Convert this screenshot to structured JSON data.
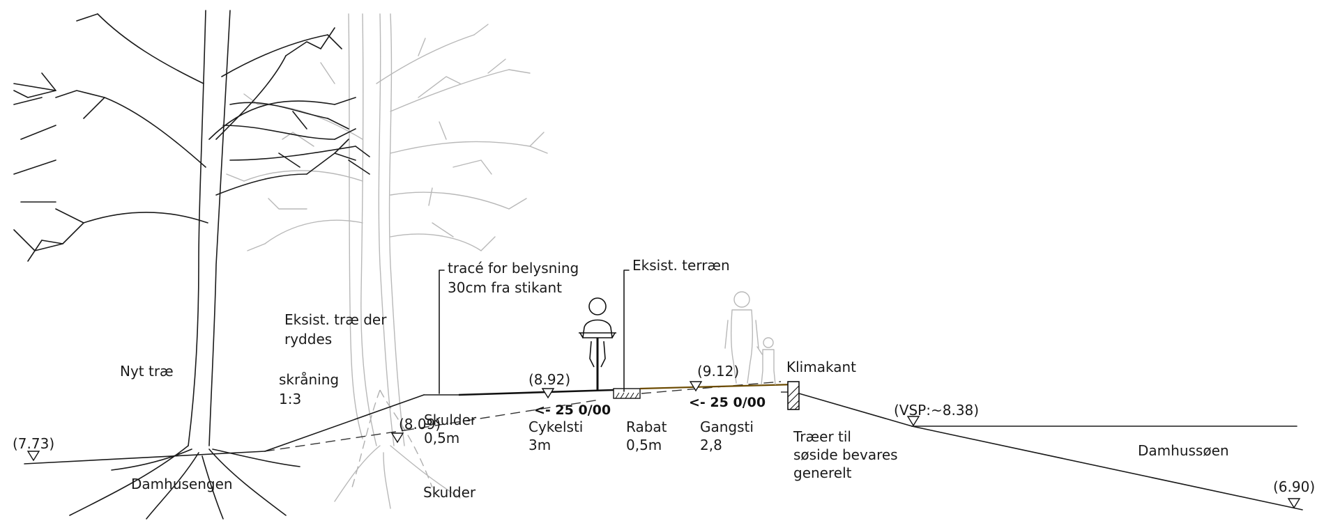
{
  "labels": {
    "nyt_trae": "Nyt træ",
    "eksist_trae_line1": "Eksist. træ der",
    "eksist_trae_line2": "ryddes",
    "skraning_line1": "skråning",
    "skraning_line2": "1:3",
    "trace_line1": "tracé for belysning",
    "trace_line2": "30cm fra stikant",
    "eksist_terraen": "Eksist. terræn",
    "klimakant": "Klimakant",
    "skulder_line1": "Skulder",
    "skulder_line2": "0,5m",
    "cykelsti_line1": "Cykelsti",
    "cykelsti_line2": "3m",
    "rabat_line1": "Rabat",
    "rabat_line2": "0,5m",
    "gangsti_line1": "Gangsti",
    "gangsti_line2": "2,8",
    "traeer_line1": "Træer til",
    "traeer_line2": "søside bevares",
    "traeer_line3": "generelt",
    "damhussoen": "Damhussøen",
    "damhusengen": "Damhusengen",
    "skulder_bottom": "Skulder"
  },
  "slopes": {
    "cykelsti": "<- 25 0/00",
    "gangsti": "<- 25 0/00"
  },
  "levels": {
    "left_edge": "(7.73)",
    "skulder": "(8.09)",
    "cykelsti": "(8.92)",
    "gangsti": "(9.12)",
    "vsp": "(VSP:~8.38)",
    "right_edge": "(6.90)"
  }
}
